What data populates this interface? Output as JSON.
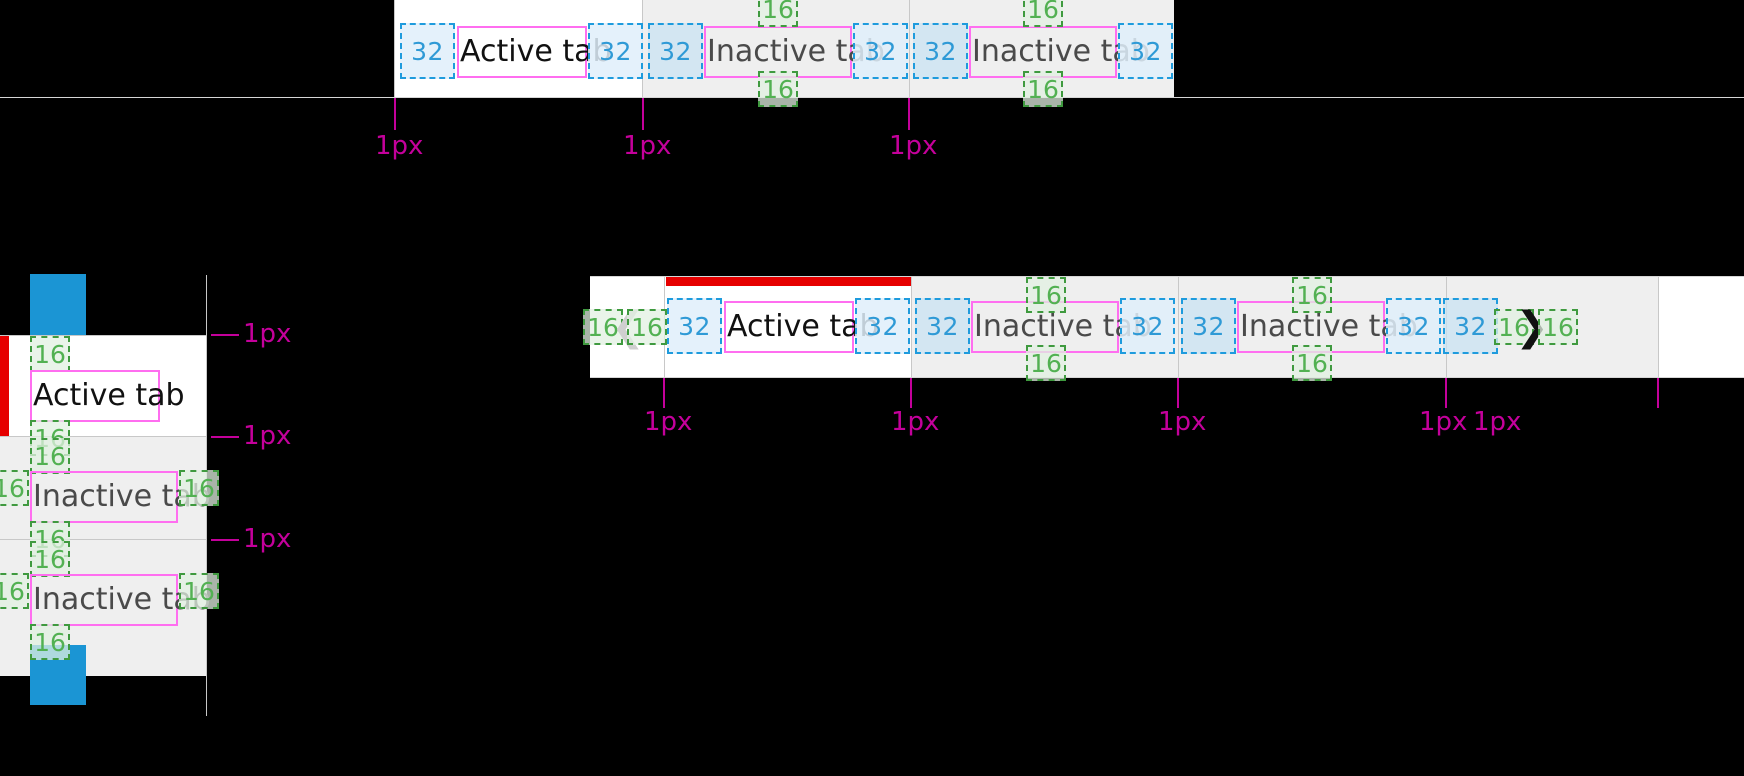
{
  "meta": {
    "doc_type": "tab-component-redline-spec",
    "colors": {
      "accent_red": "#e60000",
      "spacing_box_blue": "#1e9bdd",
      "gap_token_green": "#3f9a3f",
      "text_outline_pink": "#ff6ef0",
      "measure_magenta": "#c4009b",
      "swatch_blue": "#1b95d4",
      "strip_inactive_bg": "#efefef",
      "strip_active_bg": "#ffffff",
      "divider_grey": "#c8c8c8"
    }
  },
  "tokens": {
    "pad32": "32",
    "gap16": "16",
    "border1": "1px"
  },
  "labels": {
    "active_tab": "Active tab",
    "inactive_tab": "Inactive tab"
  },
  "top_strip": {
    "name": "horizontal-tab-strip-spec",
    "tabs": [
      {
        "label": "Active tab",
        "state": "active",
        "pad_left": "32",
        "pad_right": "32"
      },
      {
        "label": "Inactive tab",
        "state": "inactive",
        "pad_left": "32",
        "pad_right": "32"
      },
      {
        "label": "Inactive tab",
        "state": "inactive",
        "pad_left": "32",
        "pad_right": "32"
      }
    ],
    "vertical_gap_tokens": [
      "16",
      "16",
      "16",
      "16"
    ],
    "border_measures": [
      "1px",
      "1px",
      "1px"
    ]
  },
  "left_strip": {
    "name": "vertical-tab-strip-spec",
    "tabs": [
      {
        "label": "Active tab",
        "state": "active"
      },
      {
        "label": "Inactive tab",
        "state": "inactive"
      },
      {
        "label": "Inactive tab",
        "state": "inactive"
      }
    ],
    "gap_tokens": [
      "16",
      "16",
      "16",
      "16",
      "16",
      "16",
      "16",
      "16",
      "16",
      "16"
    ],
    "border_measures": [
      "1px",
      "1px",
      "1px"
    ]
  },
  "bottom_strip": {
    "name": "scrollable-horizontal-tab-strip-spec",
    "scroll_left_icon": "chevron-left-icon",
    "scroll_right_icon": "chevron-right-icon",
    "scroll_left_gaps": [
      "16",
      "16"
    ],
    "scroll_right_gaps": [
      "16",
      "16"
    ],
    "tabs": [
      {
        "label": "Active tab",
        "state": "active",
        "pad_left": "32",
        "pad_right": "32"
      },
      {
        "label": "Inactive tab",
        "state": "inactive",
        "pad_left": "32",
        "pad_right": "32"
      },
      {
        "label": "Inactive tab",
        "state": "inactive",
        "pad_left": "32",
        "pad_right": "32"
      }
    ],
    "vertical_gap_tokens": [
      "16",
      "16",
      "16",
      "16"
    ],
    "border_measures": [
      "1px",
      "1px",
      "1px",
      "1px",
      "1px"
    ]
  }
}
